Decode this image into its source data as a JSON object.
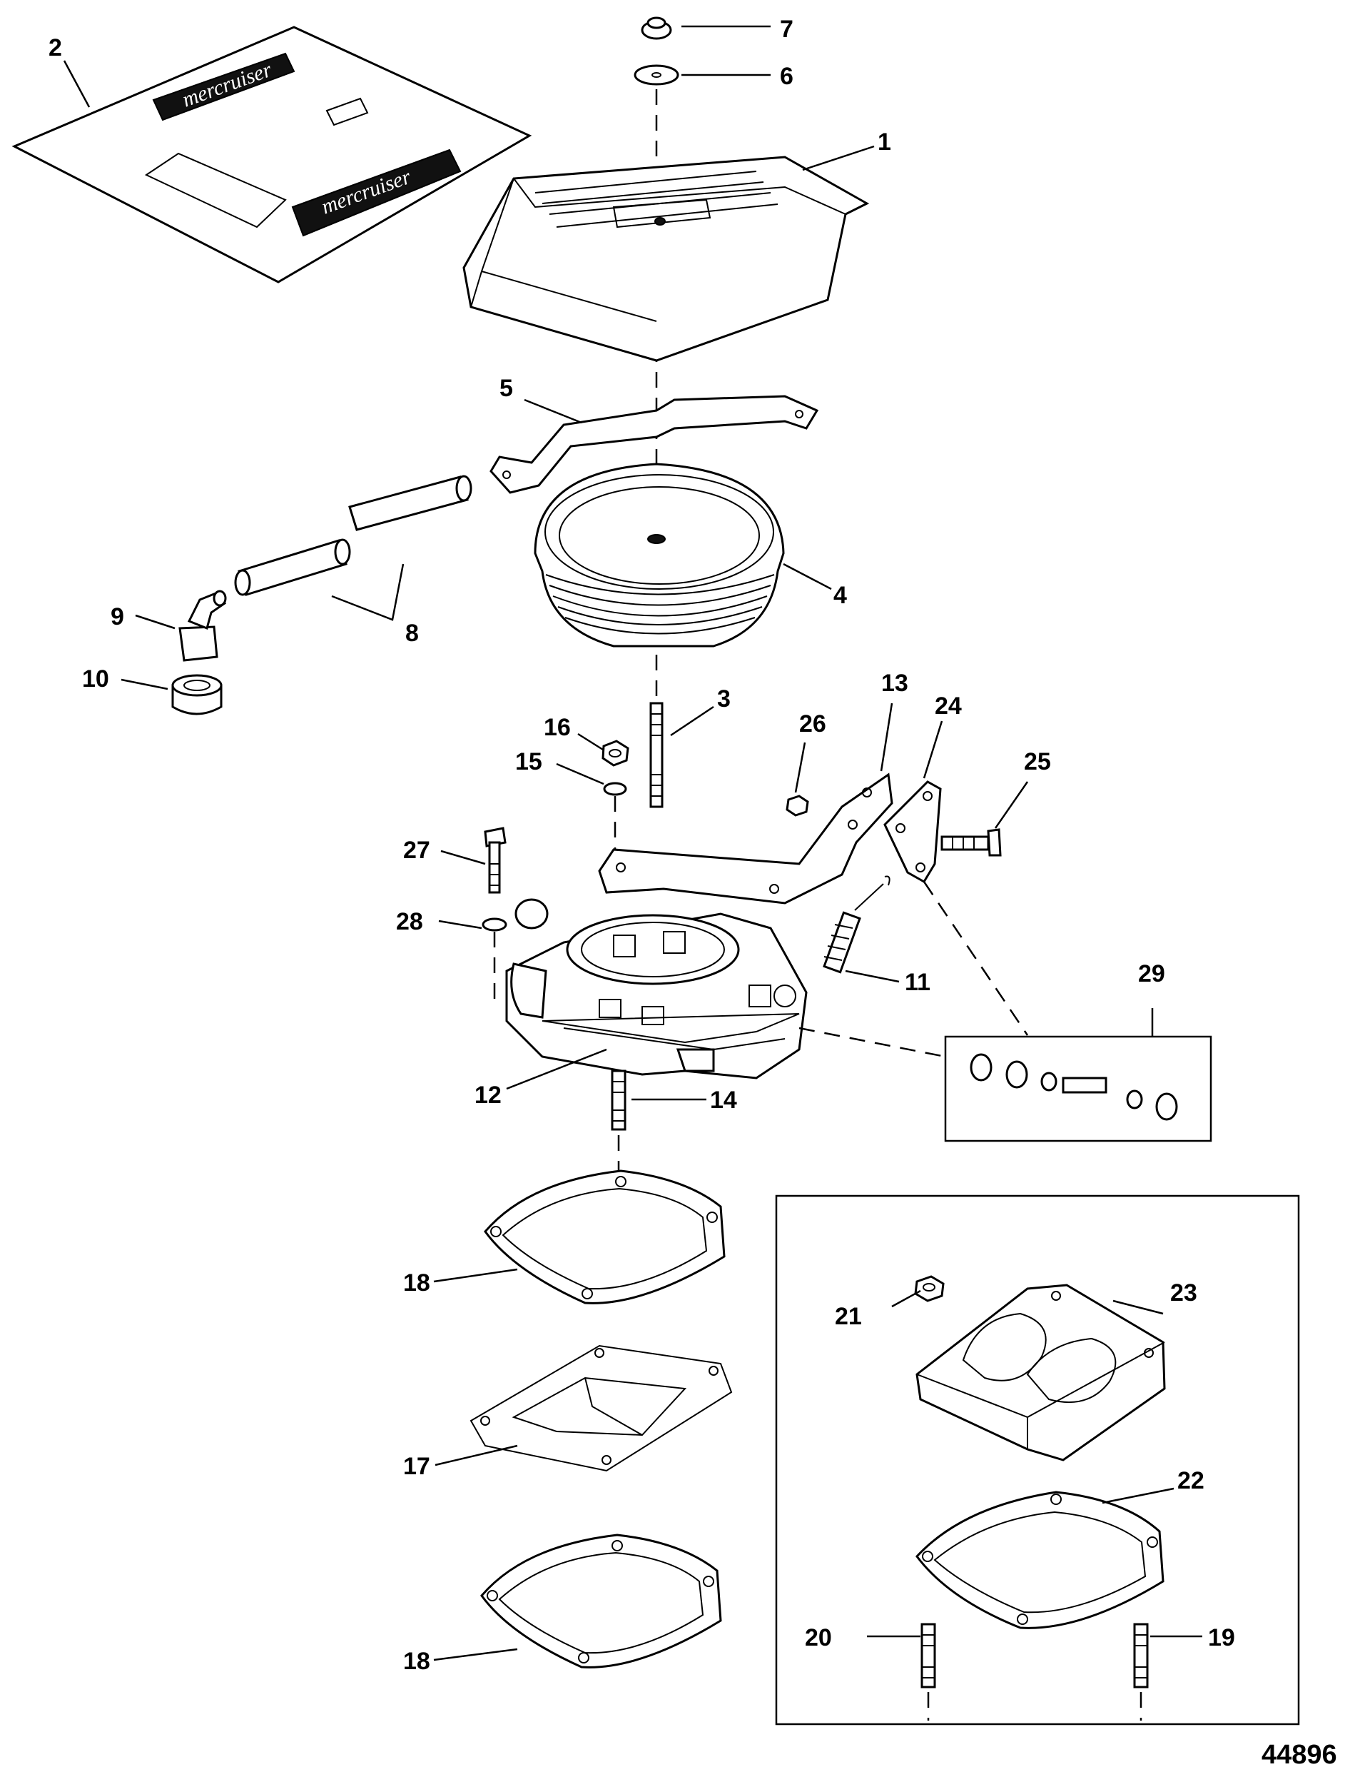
{
  "callouts": [
    "1",
    "2",
    "3",
    "4",
    "5",
    "6",
    "7",
    "8",
    "9",
    "10",
    "11",
    "12",
    "13",
    "14",
    "15",
    "16",
    "17",
    "18",
    "19",
    "20",
    "21",
    "22",
    "23",
    "24",
    "25",
    "26",
    "27",
    "28",
    "29"
  ],
  "figure_number": "44896",
  "decal_logo_text": "mercruiser"
}
